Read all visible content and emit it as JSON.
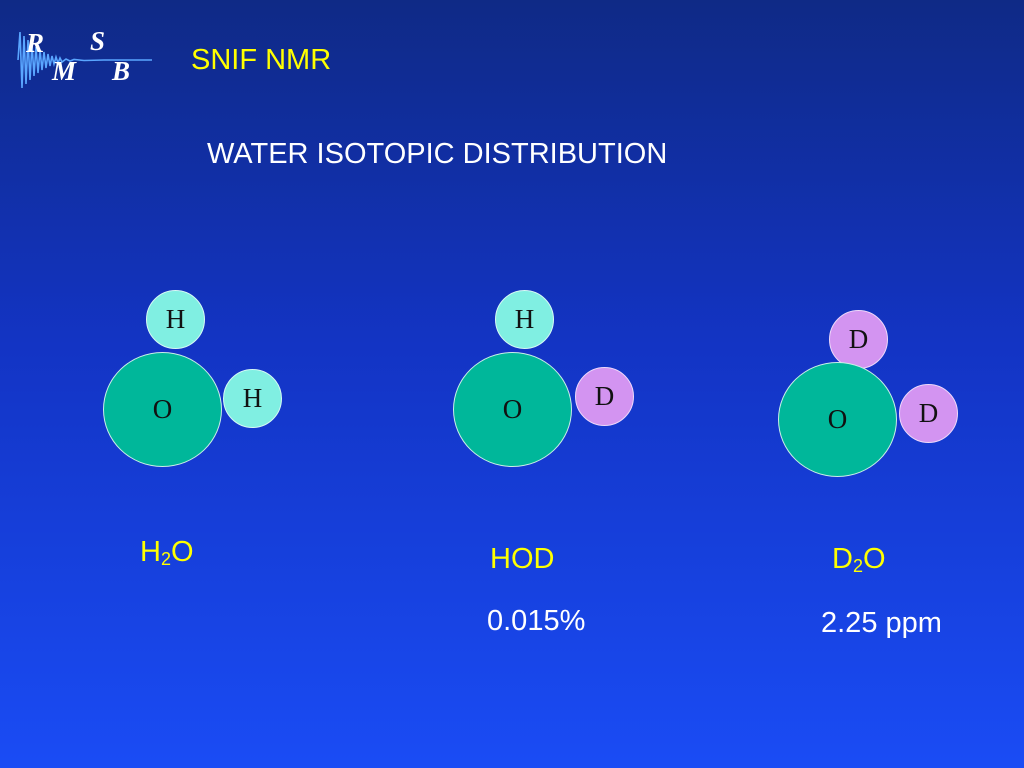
{
  "logo": {
    "letters": [
      "R",
      "S",
      "M",
      "B"
    ]
  },
  "header": {
    "title": "SNIF NMR"
  },
  "main": {
    "title": "WATER ISOTOPIC DISTRIBUTION"
  },
  "molecules": [
    {
      "name": "H2O",
      "label_main": "H",
      "label_sub": "2",
      "label_end": "O",
      "atoms": {
        "center": "O",
        "top": "H",
        "side": "H"
      }
    },
    {
      "name": "HOD",
      "label_main": "HOD",
      "atoms": {
        "center": "O",
        "top": "H",
        "side": "D"
      },
      "abundance": "0.015%"
    },
    {
      "name": "D2O",
      "label_main": "D",
      "label_sub": "2",
      "label_end": "O",
      "atoms": {
        "center": "O",
        "top": "D",
        "side": "D"
      },
      "abundance": "2.25 ppm"
    }
  ],
  "colors": {
    "oxygen": "#00b79a",
    "hydrogen": "#80efe2",
    "deuterium": "#d394f1",
    "label": "#ffff00",
    "text": "#ffffff"
  }
}
